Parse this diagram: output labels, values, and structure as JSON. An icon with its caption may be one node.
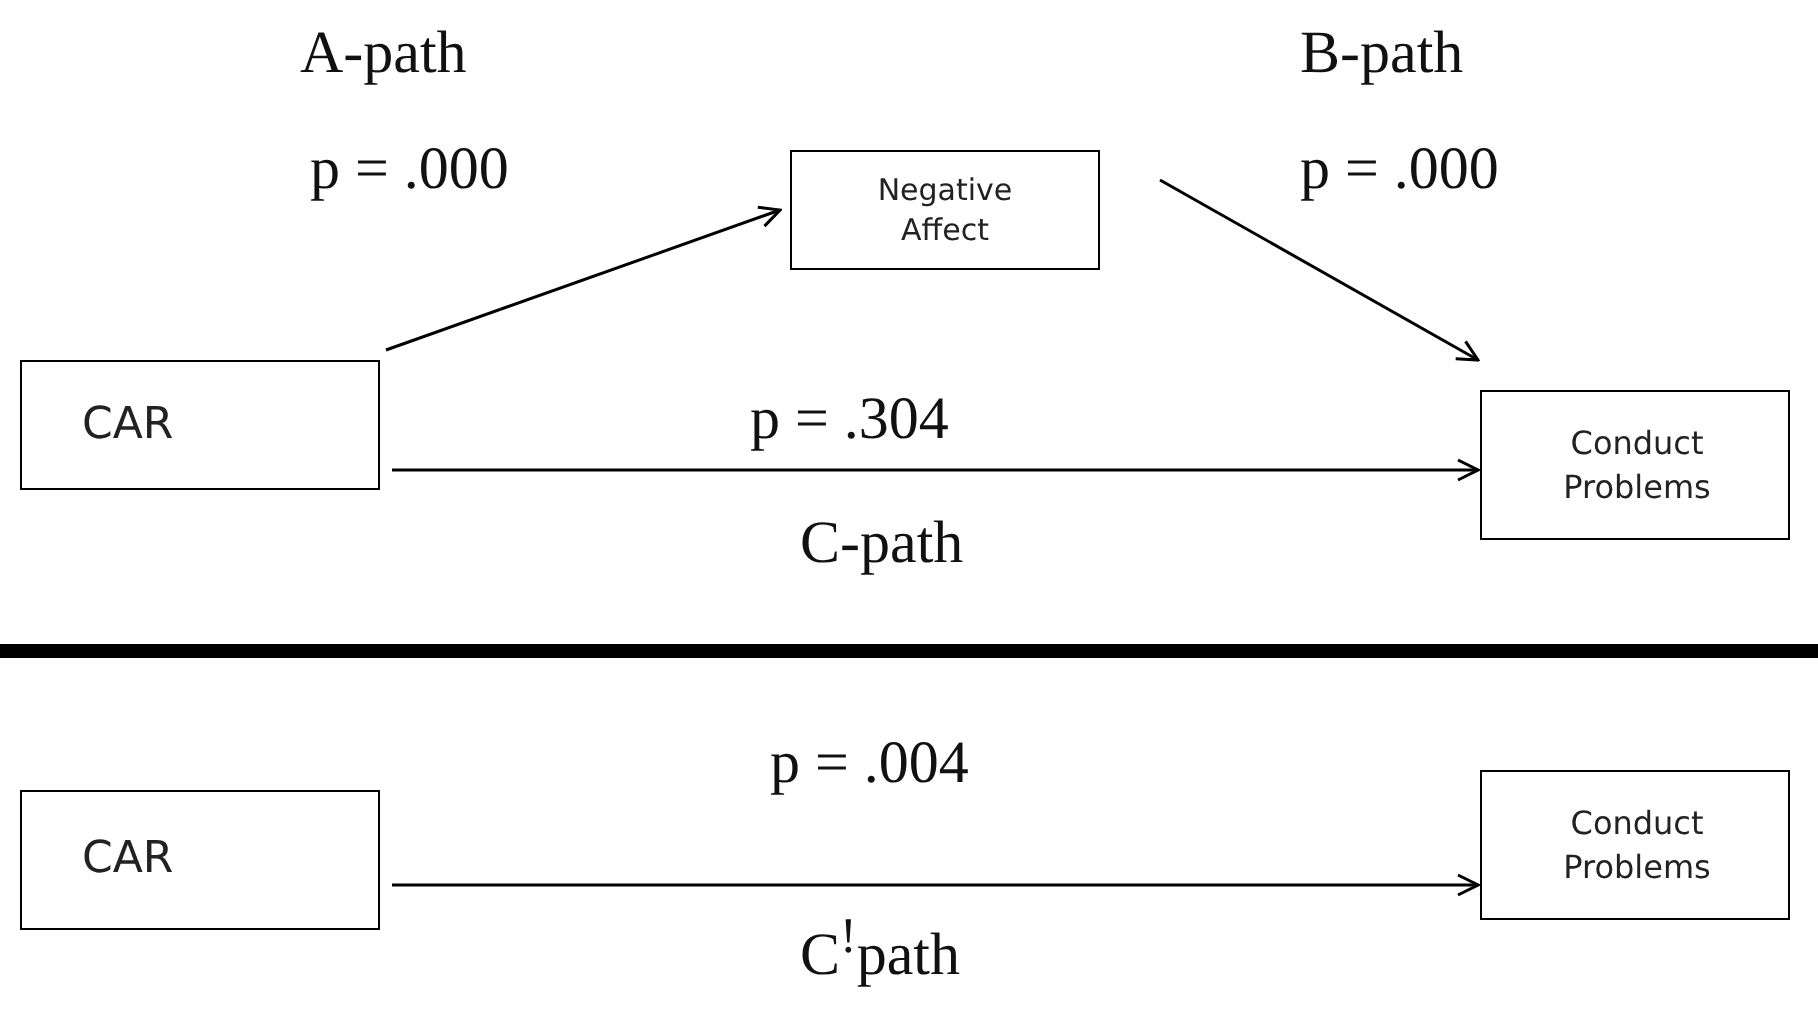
{
  "diagram": {
    "nodes": [
      {
        "text": [
          "CAR"
        ]
      },
      {
        "text": [
          "Negative Affect"
        ]
      },
      {
        "text": [
          "Conduct Problems"
        ]
      },
      {
        "text": [
          "CAR"
        ]
      },
      {
        "text": [
          "Conduct Problems"
        ]
      }
    ],
    "edges": [
      {
        "from": 0,
        "to": 1,
        "arrow": "to"
      },
      {
        "from": 1,
        "to": 2,
        "arrow": "to"
      },
      {
        "from": 0,
        "to": 2,
        "arrow": "to"
      },
      {
        "from": 3,
        "to": 4,
        "arrow": "to"
      }
    ],
    "labels": [
      "A-path",
      "B-path",
      "p = .000",
      "p = .000",
      "p = .304",
      "C-path",
      "p = .004",
      "C$^{!}$path"
    ]
  }
}
